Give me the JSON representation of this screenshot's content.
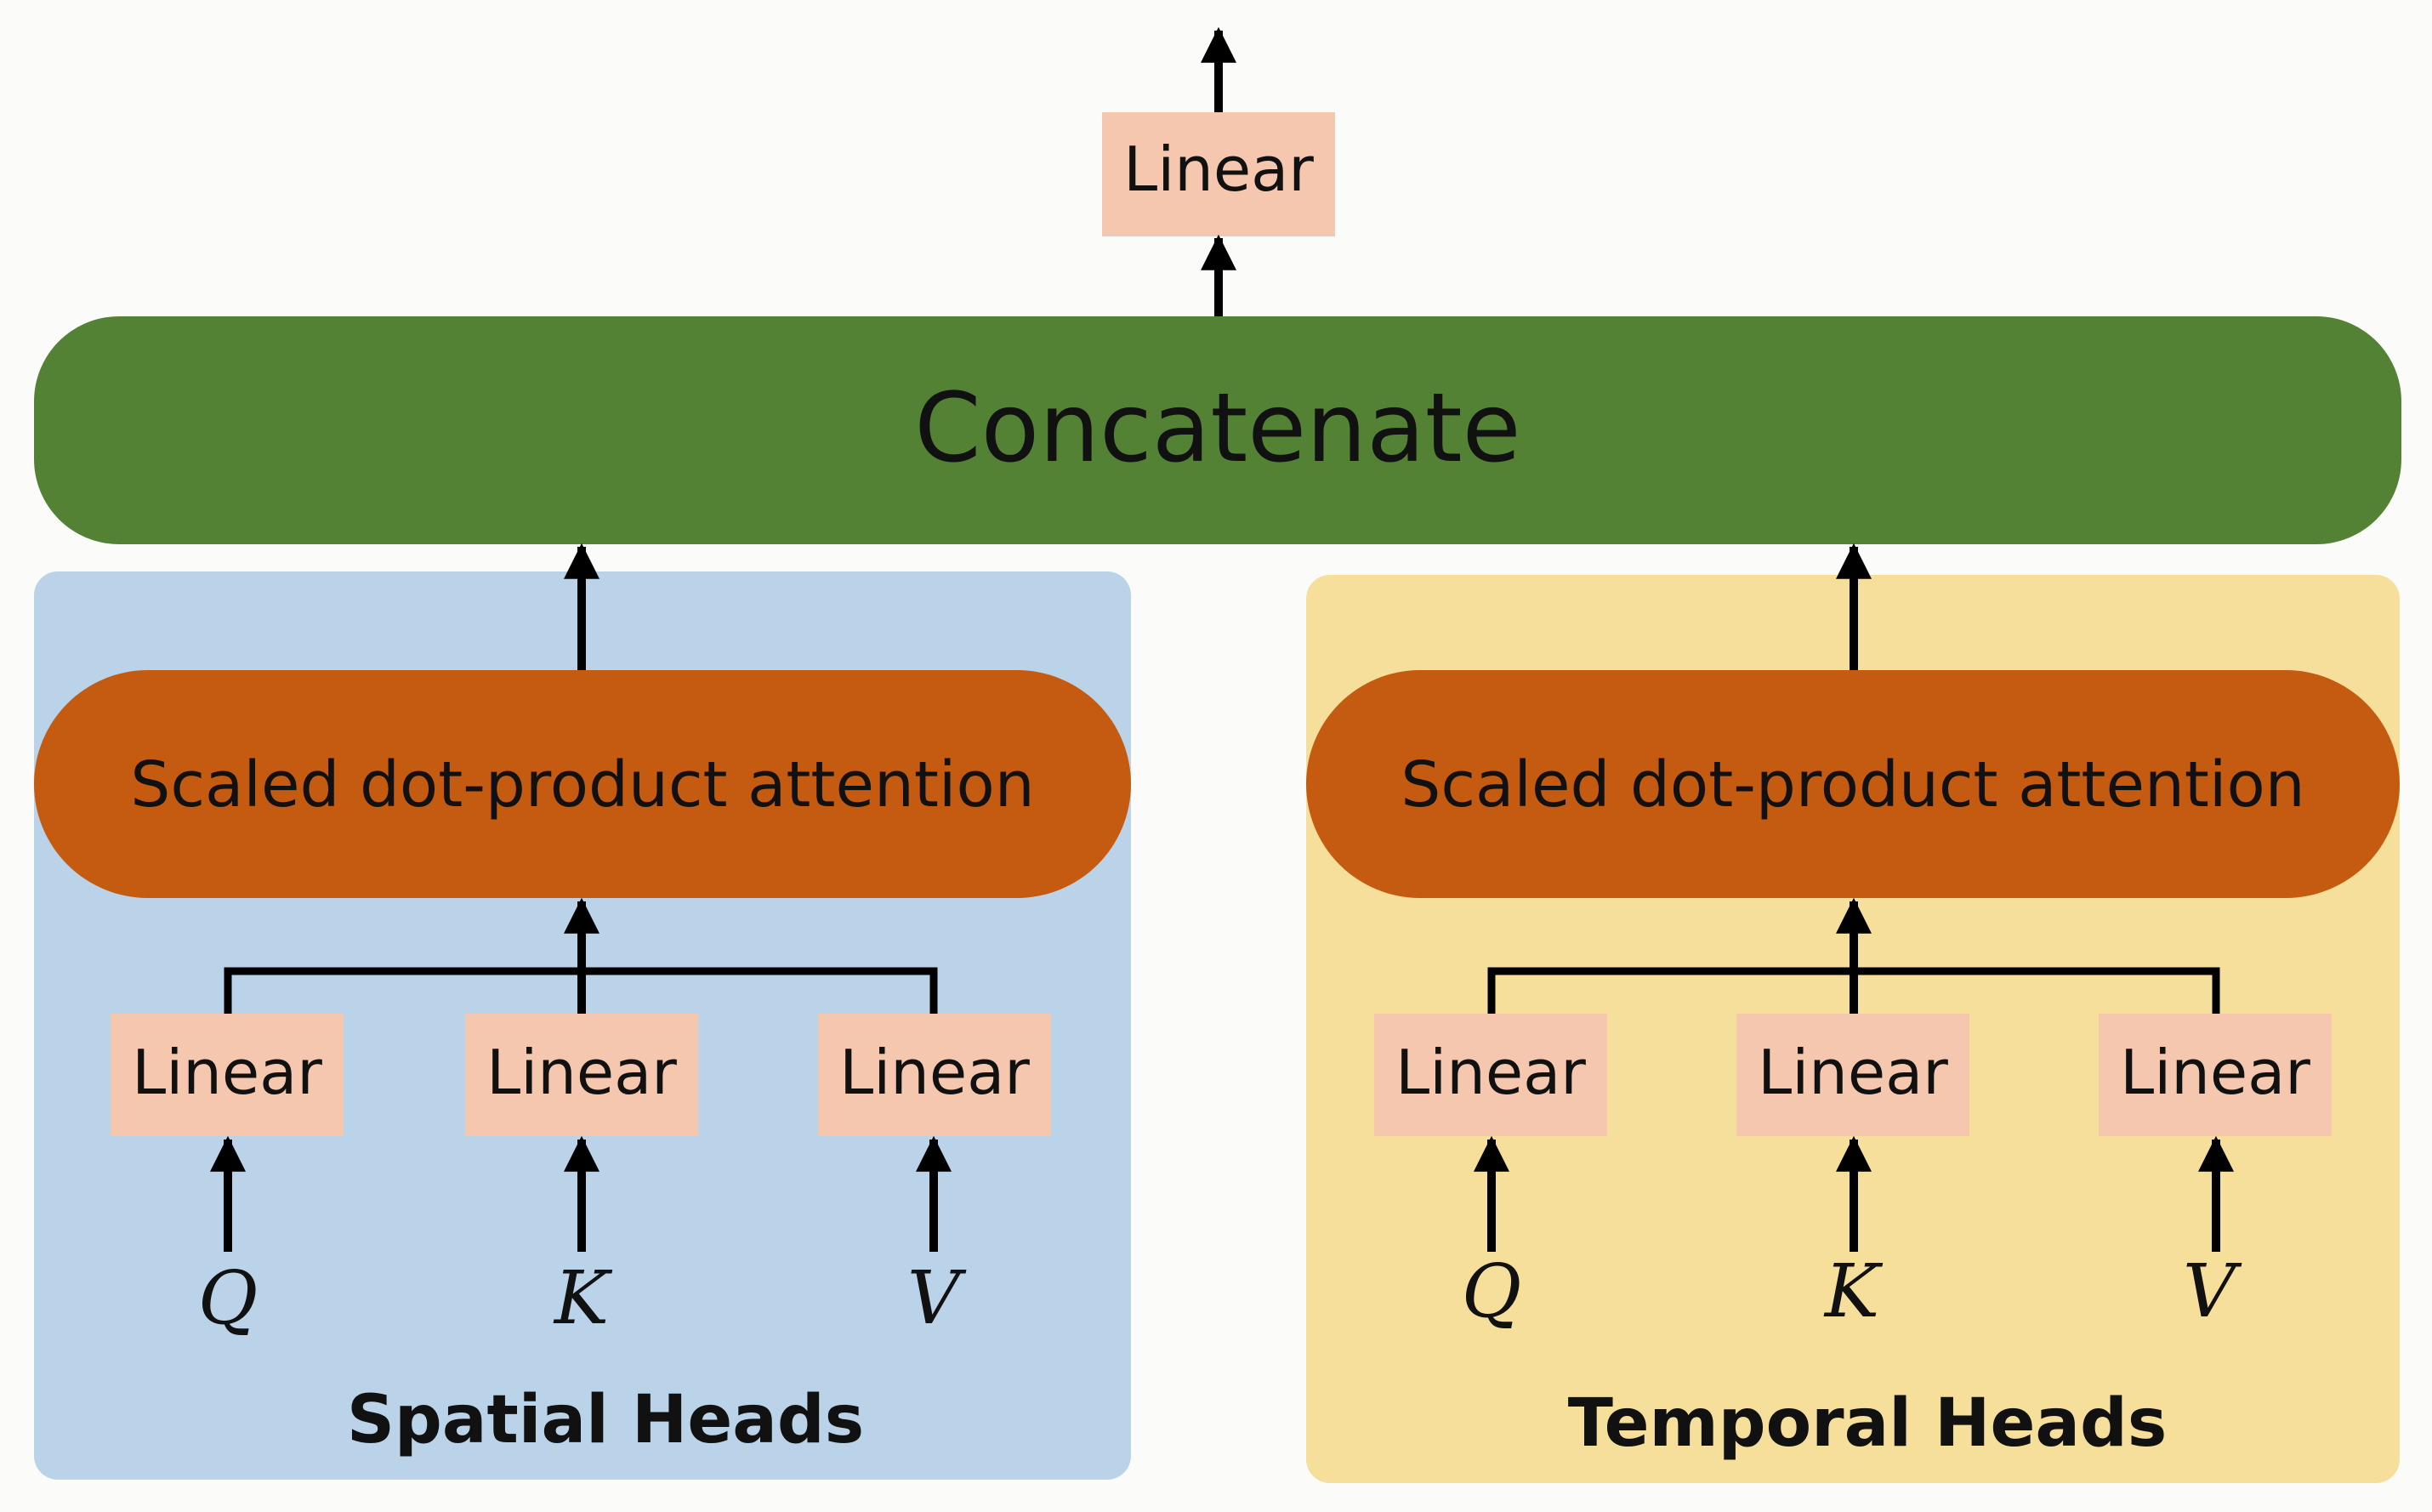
{
  "colors": {
    "background": "#fbfbfa",
    "concatenate": "#548235",
    "attention": "#c55a11",
    "linear": "#f4c7ae",
    "spatial_panel": "#bad3e8",
    "temporal_panel": "#f6df9a",
    "arrow": "#000000"
  },
  "top_linear": {
    "label": "Linear"
  },
  "concatenate": {
    "label": "Concatenate"
  },
  "spatial": {
    "title": "Spatial Heads",
    "attention_label": "Scaled dot-product attention",
    "linears": [
      "Linear",
      "Linear",
      "Linear"
    ],
    "inputs": [
      "Q",
      "K",
      "V"
    ]
  },
  "temporal": {
    "title": "Temporal Heads",
    "attention_label": "Scaled dot-product attention",
    "linears": [
      "Linear",
      "Linear",
      "Linear"
    ],
    "inputs": [
      "Q",
      "K",
      "V"
    ]
  }
}
